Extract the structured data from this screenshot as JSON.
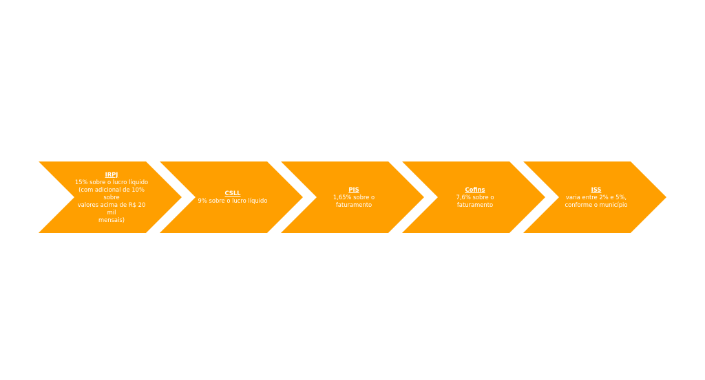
{
  "colors": {
    "chevron_fill": "#FF9F00",
    "text": "#FFFFFF",
    "background": "#FFFFFF"
  },
  "steps": [
    {
      "title": "IRPJ",
      "description": "15% sobre o lucro líquido\n(com adicional de 10% sobre\nvalores acima de R$ 20 mil\nmensais)"
    },
    {
      "title": "CSLL",
      "description": "9% sobre o lucro líquido"
    },
    {
      "title": "PIS",
      "description": "1,65% sobre o faturamento"
    },
    {
      "title": "Cofins",
      "description": "7,6% sobre o faturamento"
    },
    {
      "title": "ISS",
      "description": "varia entre 2% e 5%,\nconforme o município"
    }
  ]
}
